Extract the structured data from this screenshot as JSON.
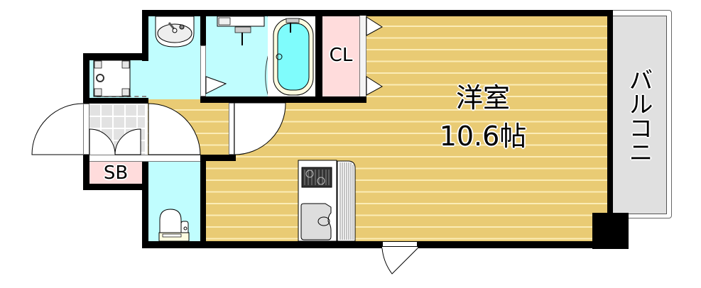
{
  "floorplan": {
    "rooms": {
      "western_room": {
        "name": "洋室",
        "size": "10.6帖"
      },
      "closet": {
        "label": "CL"
      },
      "shoe_box": {
        "label": "SB"
      },
      "balcony": {
        "label": "バルコニー"
      }
    },
    "fixtures": [
      "washbasin",
      "washing-machine-pan",
      "bath-tub",
      "shower",
      "toilet",
      "kitchen-stove",
      "kitchen-sink",
      "refrigerator-space"
    ],
    "colors": {
      "wall": "#000000",
      "wood_floor": "#e9cb74",
      "wood_stripe": "#fbecb6",
      "wet_area": "#c0fdfe",
      "storage": "#ffdcdc",
      "balcony": "#e0e0e0",
      "entrance_tile": "#e2e2e2",
      "bath_water": "#7ffcfc"
    }
  }
}
